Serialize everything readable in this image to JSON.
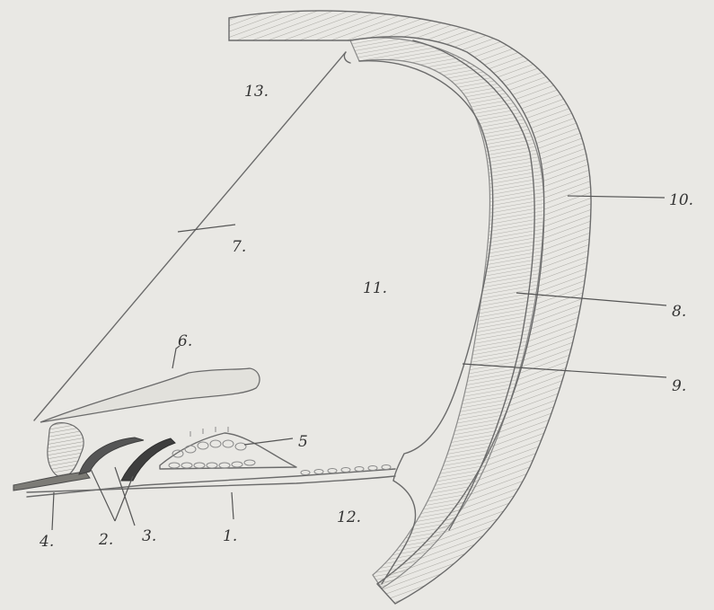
{
  "labels": {
    "l1": "1.",
    "l2": "2.",
    "l3": "3.",
    "l4": "4.",
    "l5": "5",
    "l6": "6.",
    "l7": "7.",
    "l8": "8.",
    "l9": "9.",
    "l10": "10.",
    "l11": "11.",
    "l12": "12.",
    "l13": "13."
  },
  "colors": {
    "paper": "#e9e8e4",
    "pencil": "#6b6b6b",
    "shading": "#bdbcb6",
    "dark_stroke": "#3e3e3e"
  }
}
